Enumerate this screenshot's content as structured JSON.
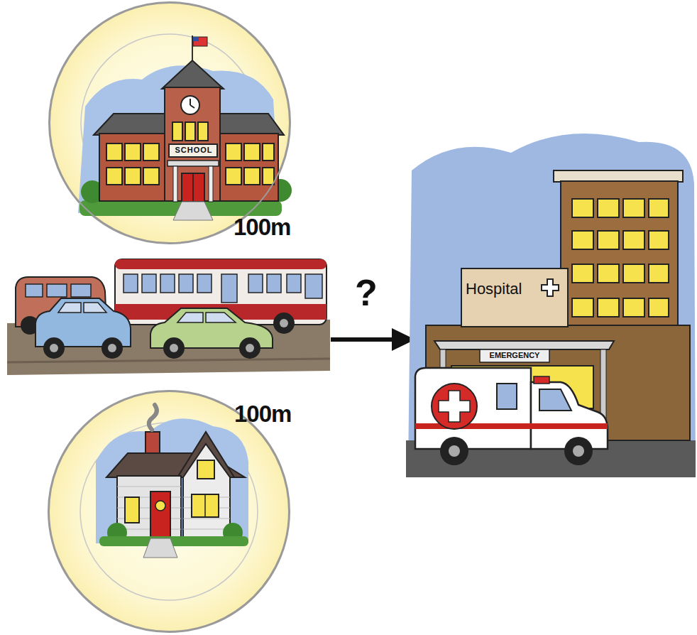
{
  "diagram": {
    "nodes": [
      {
        "text": [
          "SCHOOL",
          "100m"
        ]
      },
      {
        "text": [
          "100m"
        ]
      },
      {
        "text": [
          "Hospital",
          "EMERGENCY"
        ]
      }
    ],
    "labels": [
      "?"
    ]
  }
}
